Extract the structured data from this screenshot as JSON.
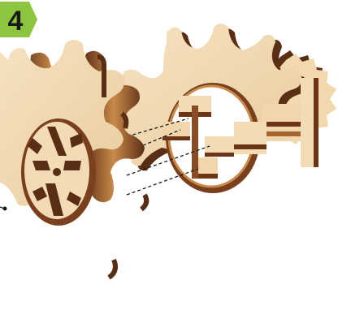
{
  "step": {
    "number": "4",
    "badge_color": "#8cc63f"
  },
  "colors": {
    "wood_face": "#f3dcb5",
    "wood_face_shade": "#e4c597",
    "wood_edge_dark": "#5a2e14",
    "wood_edge_mid": "#8a4d23",
    "wood_edge_light": "#c98a4a",
    "guide_line": "#1a1a1a"
  },
  "illustration": {
    "subject": "exploded-view-wooden-gear-assembly",
    "parts": [
      "front-gear-wheel",
      "rear-gear-wheel",
      "rear-gear-wheel-back",
      "cross-connector-pegs"
    ],
    "guide_lines": 4
  }
}
